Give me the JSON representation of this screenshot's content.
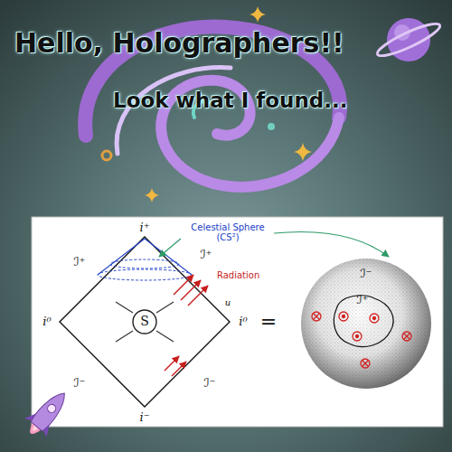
{
  "diagram": {
    "title": "Hello, Holographers!!",
    "nodes": [
      {
        "text": [
          "S"
        ]
      },
      {
        "text": [
          "ℐ⁻"
        ]
      },
      {
        "text": [
          "ℐ⁺"
        ],
        "in": 1
      }
    ],
    "labels": [
      "Look what I found...",
      "Celestial Sphere (CS²)",
      "i⁺",
      "ℐ⁺",
      "ℐ⁺",
      "Radiation",
      "u",
      "i⁰",
      "i⁰",
      "=",
      "ℐ⁻",
      "ℐ⁻",
      "i⁻"
    ]
  }
}
